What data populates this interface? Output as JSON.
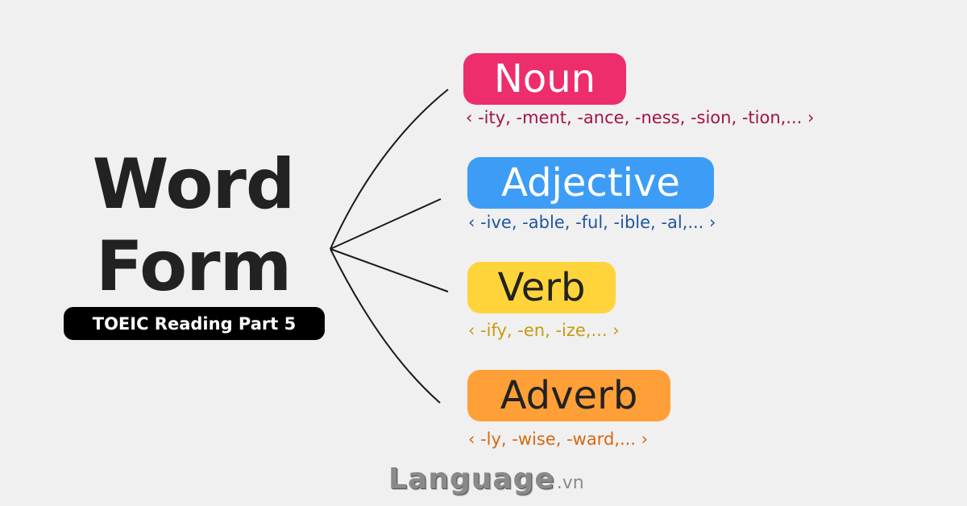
{
  "title": {
    "line1": "Word",
    "line2": "Form",
    "subtitle": "TOEIC Reading Part 5"
  },
  "branches": [
    {
      "label": "Noun",
      "suffixes": "‹ -ity, -ment, -ance, -ness, -sion, -tion,... ›",
      "pill_color": "#ee2d6c",
      "suffix_color": "#a0144a"
    },
    {
      "label": "Adjective",
      "suffixes": "‹ -ive, -able, -ful, -ible, -al,... ›",
      "pill_color": "#3d9df6",
      "suffix_color": "#1f56a0"
    },
    {
      "label": "Verb",
      "suffixes": "‹ -ify, -en, -ize,... ›",
      "pill_color": "#ffd43b",
      "suffix_color": "#c79a0f"
    },
    {
      "label": "Adverb",
      "suffixes": "‹ -ly, -wise, -ward,... ›",
      "pill_color": "#ff9f38",
      "suffix_color": "#d36a12"
    }
  ],
  "logo": {
    "main": "Language",
    "tld": ".vn"
  }
}
